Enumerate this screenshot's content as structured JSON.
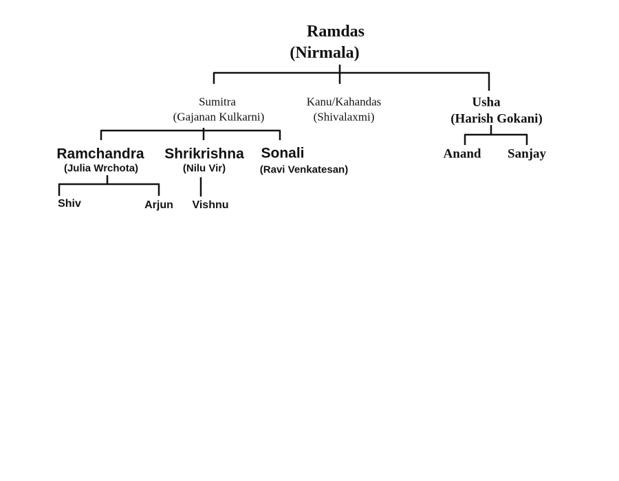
{
  "root": {
    "name": "Ramdas",
    "spouse": "(Nirmala)"
  },
  "children": [
    {
      "name": "Sumitra",
      "spouse": "(Gajanan Kulkarni)"
    },
    {
      "name": "Kanu/Kahandas",
      "spouse": "(Shivalaxmi)"
    },
    {
      "name": "Usha",
      "spouse": "(Harish Gokani)"
    }
  ],
  "sumitra_children": [
    {
      "name": "Ramchandra",
      "spouse": "(Julia Wrchota)"
    },
    {
      "name": "Shrikrishna",
      "spouse": "(Nilu Vir)"
    },
    {
      "name": "Sonali",
      "spouse": "(Ravi Venkatesan)"
    }
  ],
  "usha_children": [
    "Anand",
    "Sanjay"
  ],
  "ramchandra_children": [
    "Shiv",
    "Arjun"
  ],
  "shrikrishna_children": [
    "Vishnu"
  ]
}
